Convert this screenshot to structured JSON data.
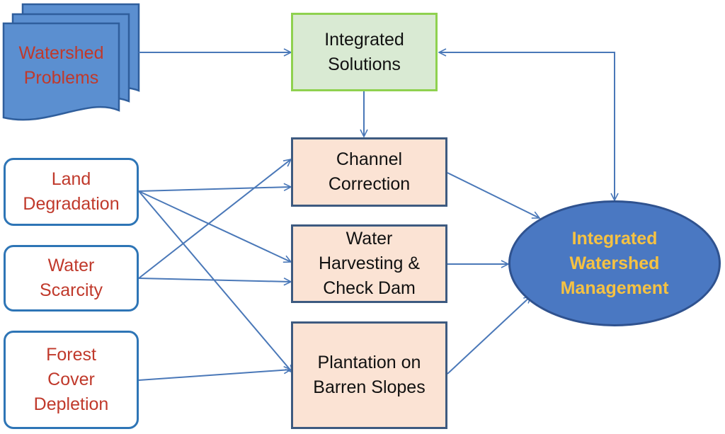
{
  "diagram": {
    "nodes": [
      {
        "id": "watershed_problems",
        "label": "Watershed\nProblems"
      },
      {
        "id": "integrated_solutions",
        "label": "Integrated\nSolutions"
      },
      {
        "id": "land_degradation",
        "label": "Land\nDegradation"
      },
      {
        "id": "water_scarcity",
        "label": "Water\nScarcity"
      },
      {
        "id": "forest_cover_depletion",
        "label": "Forest\nCover\nDepletion"
      },
      {
        "id": "channel_correction",
        "label": "Channel\nCorrection"
      },
      {
        "id": "water_harvesting",
        "label": "Water\nHarvesting &\nCheck Dam"
      },
      {
        "id": "plantation",
        "label": "Plantation on\nBarren Slopes"
      },
      {
        "id": "integrated_watershed_management",
        "label": "Integrated\nWatershed\nManagement"
      }
    ],
    "edges": [
      {
        "from": "watershed_problems",
        "to": "integrated_solutions"
      },
      {
        "from": "integrated_solutions",
        "to": "channel_correction"
      },
      {
        "from": "integrated_solutions",
        "to": "integrated_watershed_management",
        "bidirectional": true
      },
      {
        "from": "land_degradation",
        "to": "channel_correction"
      },
      {
        "from": "land_degradation",
        "to": "water_harvesting"
      },
      {
        "from": "land_degradation",
        "to": "plantation"
      },
      {
        "from": "water_scarcity",
        "to": "channel_correction"
      },
      {
        "from": "water_scarcity",
        "to": "water_harvesting"
      },
      {
        "from": "forest_cover_depletion",
        "to": "plantation"
      },
      {
        "from": "channel_correction",
        "to": "integrated_watershed_management"
      },
      {
        "from": "water_harvesting",
        "to": "integrated_watershed_management"
      },
      {
        "from": "plantation",
        "to": "integrated_watershed_management"
      }
    ]
  },
  "colors": {
    "arrow": "#4a78b8",
    "problem_text": "#c0392b",
    "goal_text": "#f6c242",
    "goal_fill": "#4a78c2",
    "document_fill": "#5b8fd0",
    "action_fill": "#fbe3d4",
    "solution_fill": "#d9ead3"
  }
}
